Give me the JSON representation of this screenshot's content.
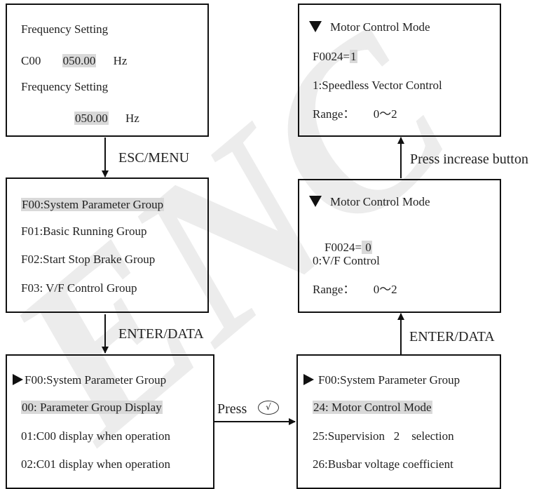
{
  "box1": {
    "line1": "Frequency Setting",
    "line2_code": "C00",
    "line2_value": "050.00",
    "line2_unit": "Hz",
    "line3": "Frequency Setting",
    "line4_value": "050.00",
    "line4_unit": "Hz"
  },
  "arrow1": "ESC/MENU",
  "box2": {
    "items": [
      "F00:System Parameter Group",
      "F01:Basic Running Group",
      "F02:Start Stop Brake Group",
      "F03: V/F Control Group"
    ]
  },
  "arrow2": "ENTER/DATA",
  "box3": {
    "header": "F00:System Parameter Group",
    "items": [
      "00: Parameter Group Display",
      "01:C00 display when operation",
      "02:C01 display when operation"
    ]
  },
  "press": {
    "label": "Press",
    "glyph": "√"
  },
  "box4": {
    "header": "F00:System Parameter Group",
    "items": [
      "24: Motor Control Mode",
      "25:Supervision   2    selection",
      "26:Busbar voltage coefficient"
    ]
  },
  "arrow3": "ENTER/DATA",
  "box5": {
    "title": "Motor Control Mode",
    "param_prefix": "F0024=",
    "param_value": " 0",
    "desc": "0:V/F Control",
    "range_label": "Range：",
    "range_value": "0～2"
  },
  "arrow4": "Press increase button",
  "box6": {
    "title": "Motor Control Mode",
    "param_prefix": "F0024=",
    "param_value": "1",
    "desc": "1:Speedless Vector Control",
    "range_label": "Range：",
    "range_value": "0～2"
  },
  "watermark_text": "ENC",
  "colors": {
    "highlight": "#d9d9d9",
    "border": "#111111",
    "watermark": "#ebebeb"
  }
}
